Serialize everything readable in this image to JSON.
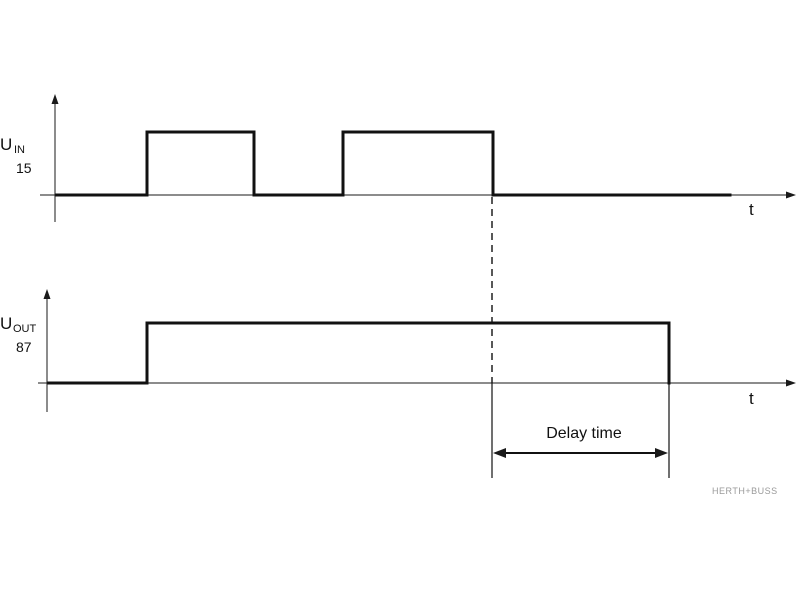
{
  "input_signal": {
    "label_main": "U",
    "label_sub": "IN",
    "label_num": "15",
    "axis_label": "t"
  },
  "output_signal": {
    "label_main": "U",
    "label_sub": "OUT",
    "label_num": "87",
    "axis_label": "t"
  },
  "annotation": {
    "delay_label": "Delay time"
  },
  "watermark": "HERTH+BUSS",
  "colors": {
    "ink": "#111111",
    "watermark": "#9a9a9a"
  }
}
